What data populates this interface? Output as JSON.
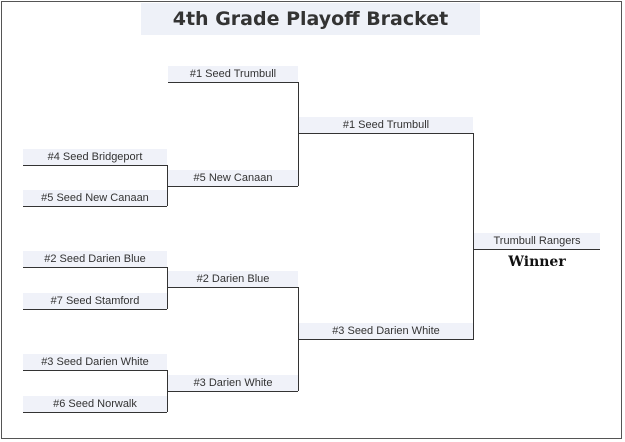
{
  "title": "4th Grade Playoff Bracket",
  "round1": [
    "#4 Seed Bridgeport",
    "#5 Seed New Canaan",
    "#2 Seed Darien Blue",
    "#7 Seed Stamford",
    "#3 Seed Darien White",
    "#6 Seed Norwalk"
  ],
  "round2": [
    "#1 Seed Trumbull",
    "#5 New Canaan",
    "#2 Darien Blue",
    "#3 Darien White"
  ],
  "semifinal": [
    "#1 Seed Trumbull",
    "#3 Seed Darien White"
  ],
  "final": {
    "champion": "Trumbull Rangers",
    "winner_label": "Winner"
  }
}
